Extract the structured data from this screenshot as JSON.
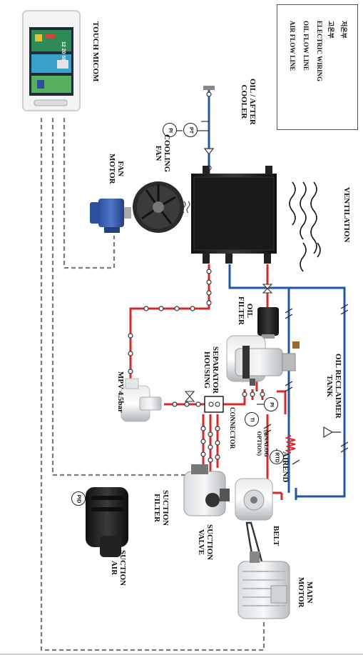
{
  "legend": {
    "items": [
      {
        "label": "AIR FLOW LINE"
      },
      {
        "label": "OIL FLOW LINE"
      },
      {
        "label": "ELECTRIC WIRING"
      },
      {
        "label": "고온부"
      },
      {
        "label": "저온부"
      }
    ]
  },
  "components": {
    "touch_micom": "TOUCH MICOM",
    "oil_after_cooler": [
      "OIL / AFTER",
      "COOLER"
    ],
    "cooling_fan": [
      "COOLING",
      "FAN"
    ],
    "fan_motor": [
      "FAN",
      "MOTOR"
    ],
    "ventilation": "VENTILATION",
    "oil_filter": [
      "OIL",
      "FILTER"
    ],
    "oil_reclaimer_tank": [
      "OIL RECLAIMER",
      "TANK"
    ],
    "separator_housing": [
      "SEPARATOR",
      "HOUSING"
    ],
    "mpv": "MPV 4.5bar",
    "connector": "CONNECTOR",
    "analog_option": [
      "(ANALOG",
      "OPTION)"
    ],
    "airend": "AIREND",
    "suction_filter": [
      "SUCTION",
      "FILTER"
    ],
    "suction_valve": [
      "SUCTION",
      "VALVE"
    ],
    "suction_air": [
      "SUCTION",
      "AIR"
    ],
    "belt": "BELT",
    "main_motor": [
      "MAIN",
      "MOTOR"
    ]
  },
  "gauges": {
    "pi_cooler": "PI",
    "pt_cooler": "PT",
    "pi_connector": "PI",
    "ti_connector": "TI",
    "rtd": "RTD",
    "pid": "PID"
  },
  "micom_screen": {
    "time": "12 20 58"
  },
  "colors": {
    "hot": "#d42a2a",
    "cold": "#1f57a6",
    "wire": "#7a7a7a",
    "line": "#444444"
  }
}
